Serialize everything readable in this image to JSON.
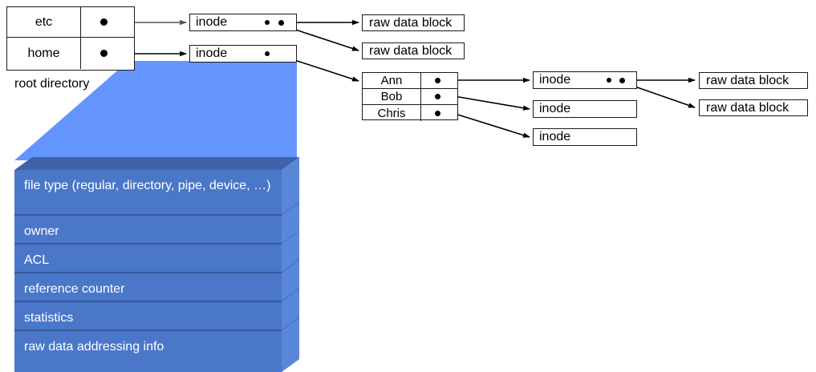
{
  "diagram": {
    "title": "unix-inode-filesystem-diagram",
    "colors": {
      "funnel_blue": "#6495FF",
      "block_front": "#4A77C8",
      "block_top": "#3E63A8",
      "block_side": "#5B87D8",
      "block_divider": "#2F4F8F",
      "box_border": "#1a1a1a",
      "wire": "#000000",
      "text_on_block": "#ffffff"
    },
    "root_directory": {
      "caption": "root directory",
      "entries": [
        {
          "name": "etc",
          "pointer": "pointer-dot"
        },
        {
          "name": "home",
          "pointer": "pointer-dot"
        }
      ]
    },
    "home_directory": {
      "entries": [
        {
          "name": "Ann",
          "pointer": "pointer-dot"
        },
        {
          "name": "Bob",
          "pointer": "pointer-dot"
        },
        {
          "name": "Chris",
          "pointer": "pointer-dot"
        }
      ]
    },
    "inodes": [
      {
        "id": "inode-etc",
        "label": "inode",
        "pointers": 2
      },
      {
        "id": "inode-home",
        "label": "inode",
        "pointers": 1
      },
      {
        "id": "inode-ann",
        "label": "inode",
        "pointers": 2
      },
      {
        "id": "inode-bob",
        "label": "inode",
        "pointers": 0
      },
      {
        "id": "inode-chris",
        "label": "inode",
        "pointers": 0
      }
    ],
    "data_blocks": [
      {
        "id": "rdb-etc-1",
        "label": "raw data block"
      },
      {
        "id": "rdb-etc-2",
        "label": "raw data block"
      },
      {
        "id": "rdb-ann-1",
        "label": "raw data block"
      },
      {
        "id": "rdb-ann-2",
        "label": "raw data block"
      }
    ],
    "inode_detail": {
      "source": "inode-home",
      "fields": [
        "file type (regular, directory, pipe, device, …)",
        "owner",
        "ACL",
        "reference counter",
        "statistics",
        "raw data addressing info"
      ]
    }
  }
}
